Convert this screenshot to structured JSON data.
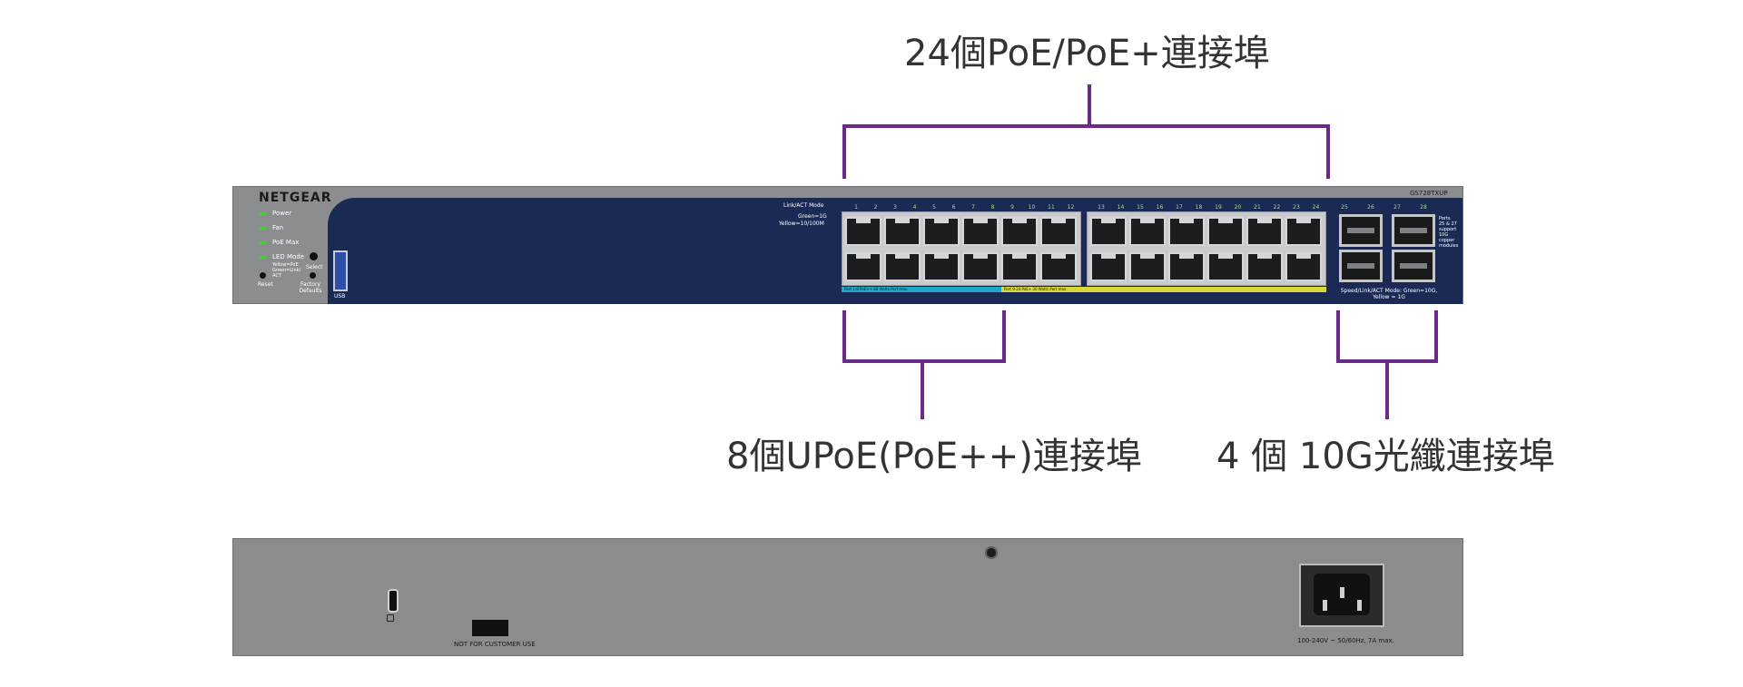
{
  "callouts": {
    "poe_ports": "24個PoE/PoE+連接埠",
    "upoe_ports": "8個UPoE(PoE++)連接埠",
    "fiber_ports": "4 個 10G光纖連接埠"
  },
  "front_panel": {
    "brand": "NETGEAR",
    "model": "GS728TXUP",
    "leds": [
      "Power",
      "Fan",
      "PoE Max",
      "LED Mode"
    ],
    "led_mode_note": "Yellow=PoE Green=Link/ ACT",
    "select_label": "Select",
    "reset_label": "Reset",
    "factory_defaults_label": "Factory Defaults",
    "usb_label": "USB",
    "link_act_mode": "Link/ACT Mode",
    "speed_legend_green": "Green=1G",
    "speed_legend_yellow": "Yellow=10/100M",
    "port_numbers_top": [
      "1",
      "3",
      "5",
      "7",
      "9",
      "11",
      "13",
      "15",
      "17",
      "19",
      "21",
      "23"
    ],
    "port_numbers_bottom": [
      "2",
      "4",
      "6",
      "8",
      "10",
      "12",
      "14",
      "16",
      "18",
      "20",
      "22",
      "24"
    ],
    "upoe_strip": "Port 1-8 PoE++ 60 Watts Port max.",
    "poe_strip": "Port 9-24 PoE+ 30 Watts Port max.",
    "sfp_numbers": [
      "25",
      "26",
      "27",
      "28"
    ],
    "sfp_note": "Ports 25 & 27 support 10G copper modules",
    "sfp_mode": "Speed/Link/ACT Mode: Green=10G, Yellow = 1G"
  },
  "rear_panel": {
    "not_for_customer": "NOT FOR CUSTOMER USE",
    "power_rating": "100-240V ~ 50/60Hz, 7A max."
  },
  "colors": {
    "bracket": "#6b2a8a",
    "panel": "#1b2a55",
    "chassis": "#8b8d8f",
    "upoe_strip": "#1ea7c9",
    "poe_strip": "#d8d63a"
  }
}
